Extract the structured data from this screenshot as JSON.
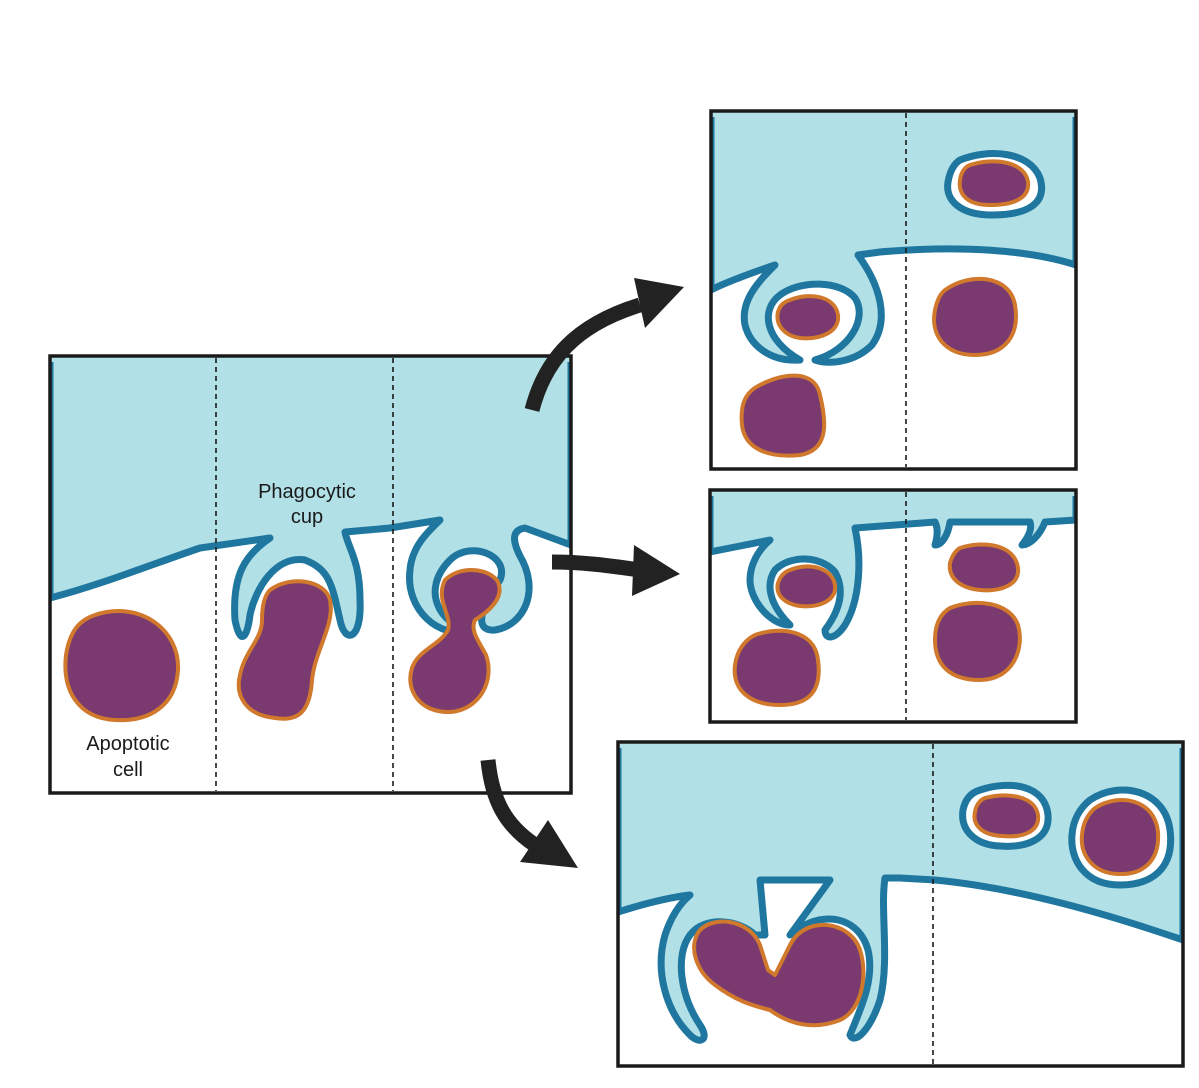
{
  "labels": {
    "phagocytic_cup_line1": "Phagocytic",
    "phagocytic_cup_line2": "cup",
    "apoptotic_cell_line1": "Apoptotic",
    "apoptotic_cell_line2": "cell"
  },
  "colors": {
    "phagocyte_fill": "#b1e0e6",
    "membrane_stroke": "#1f77a0",
    "apoptotic_fill": "#7a3a70",
    "apoptotic_stroke": "#d0782c",
    "frame_stroke": "#1a1a1a",
    "arrow_fill": "#222222"
  }
}
